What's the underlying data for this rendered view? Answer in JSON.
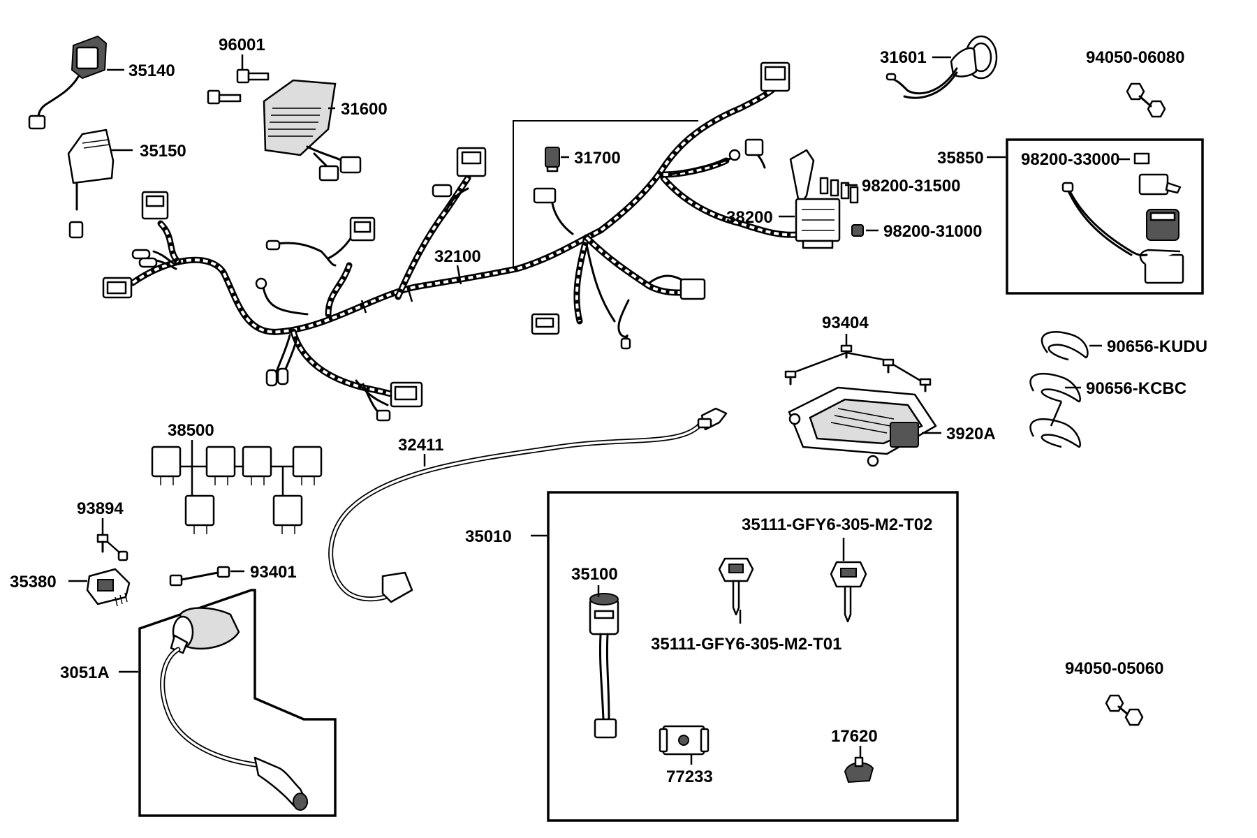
{
  "parts": {
    "p35140": "35140",
    "p96001": "96001",
    "p31600": "31600",
    "p35150": "35150",
    "p31700": "31700",
    "p32100": "32100",
    "p31601": "31601",
    "p94050_06080": "94050-06080",
    "p35850": "35850",
    "p98200_33000": "98200-33000",
    "p98200_31500": "98200-31500",
    "p38200": "38200",
    "p98200_31000": "98200-31000",
    "p93404": "93404",
    "p90656_kudu": "90656-KUDU",
    "p90656_kcbc": "90656-KCBC",
    "p3920A": "3920A",
    "p38500": "38500",
    "p32411": "32411",
    "p93894": "93894",
    "p35380": "35380",
    "p93401": "93401",
    "p3051A": "3051A",
    "p35010": "35010",
    "p35111_t02": "35111-GFY6-305-M2-T02",
    "p35100": "35100",
    "p35111_t01": "35111-GFY6-305-M2-T01",
    "p94050_05060": "94050-05060",
    "p17620": "17620",
    "p77233": "77233"
  }
}
